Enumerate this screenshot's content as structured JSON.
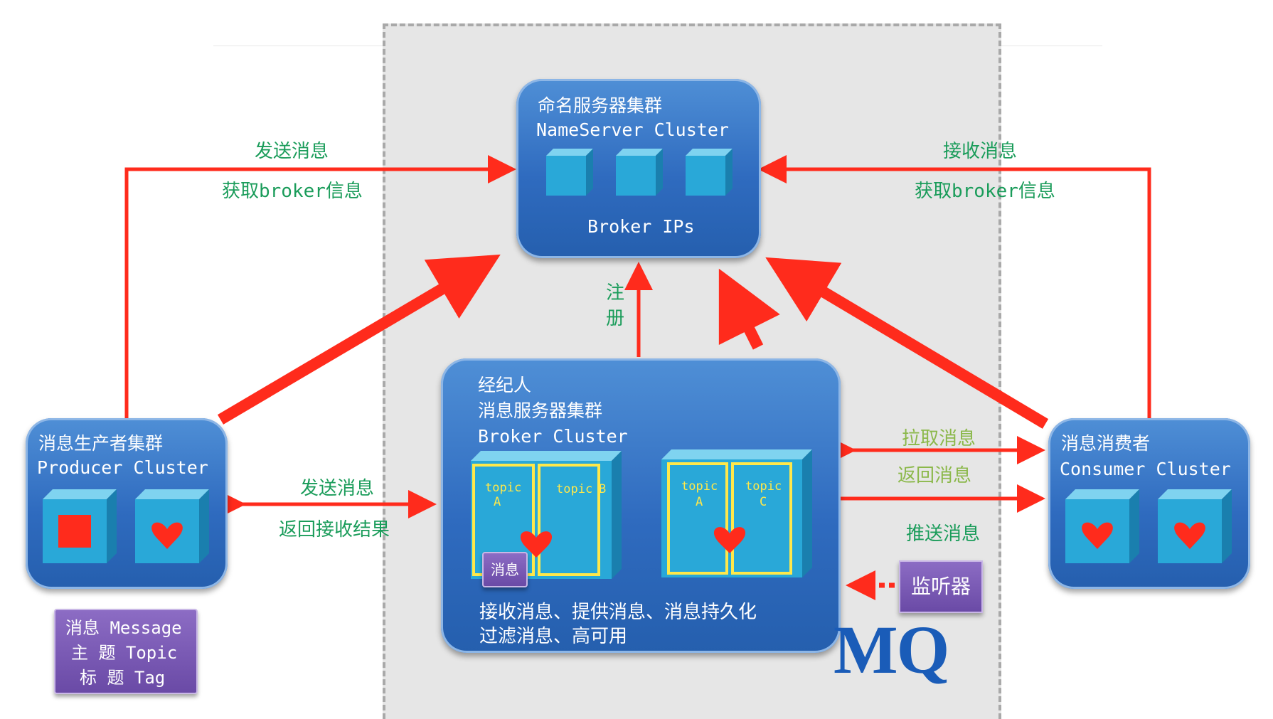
{
  "nameserver": {
    "title_cn": "命名服务器集群",
    "title_en": "NameServer Cluster",
    "ips_label": "Broker IPs"
  },
  "broker": {
    "line1": "经纪人",
    "line2": "消息服务器集群",
    "line3": "Broker Cluster",
    "desc1": "接收消息、提供消息、消息持久化",
    "desc2": "过滤消息、高可用"
  },
  "producer": {
    "title_cn": "消息生产者集群",
    "title_en": "Producer Cluster"
  },
  "consumer": {
    "title_cn": "消息消费者",
    "title_en": "Consumer  Cluster"
  },
  "topics": {
    "group1": [
      {
        "name": "topic",
        "sub": "A"
      },
      {
        "name": "topic",
        "sub": "B"
      }
    ],
    "group2": [
      {
        "name": "topic",
        "sub": "A"
      },
      {
        "name": "topic",
        "sub": "C"
      }
    ]
  },
  "message_chip": "消息",
  "listener": "监听器",
  "concepts": [
    "消息 Message",
    "主 题 Topic",
    "标 题 Tag"
  ],
  "labels": {
    "send_to_ns": "发送消息",
    "get_broker_left": "获取broker信息",
    "recv_from_ns": "接收消息",
    "get_broker_right": "获取broker信息",
    "register": "注\n册",
    "send_to_broker": "发送消息",
    "return_result": "返回接收结果",
    "pull": "拉取消息",
    "return_msg": "返回消息",
    "push": "推送消息"
  },
  "mq_label": "MQ",
  "colors": {
    "arrow": "#ff2b1c",
    "node_blue": "#2f6bbf",
    "cube": "#29a8d8",
    "label_green": "#1a9c5a",
    "topic_border": "#ffe84a"
  }
}
